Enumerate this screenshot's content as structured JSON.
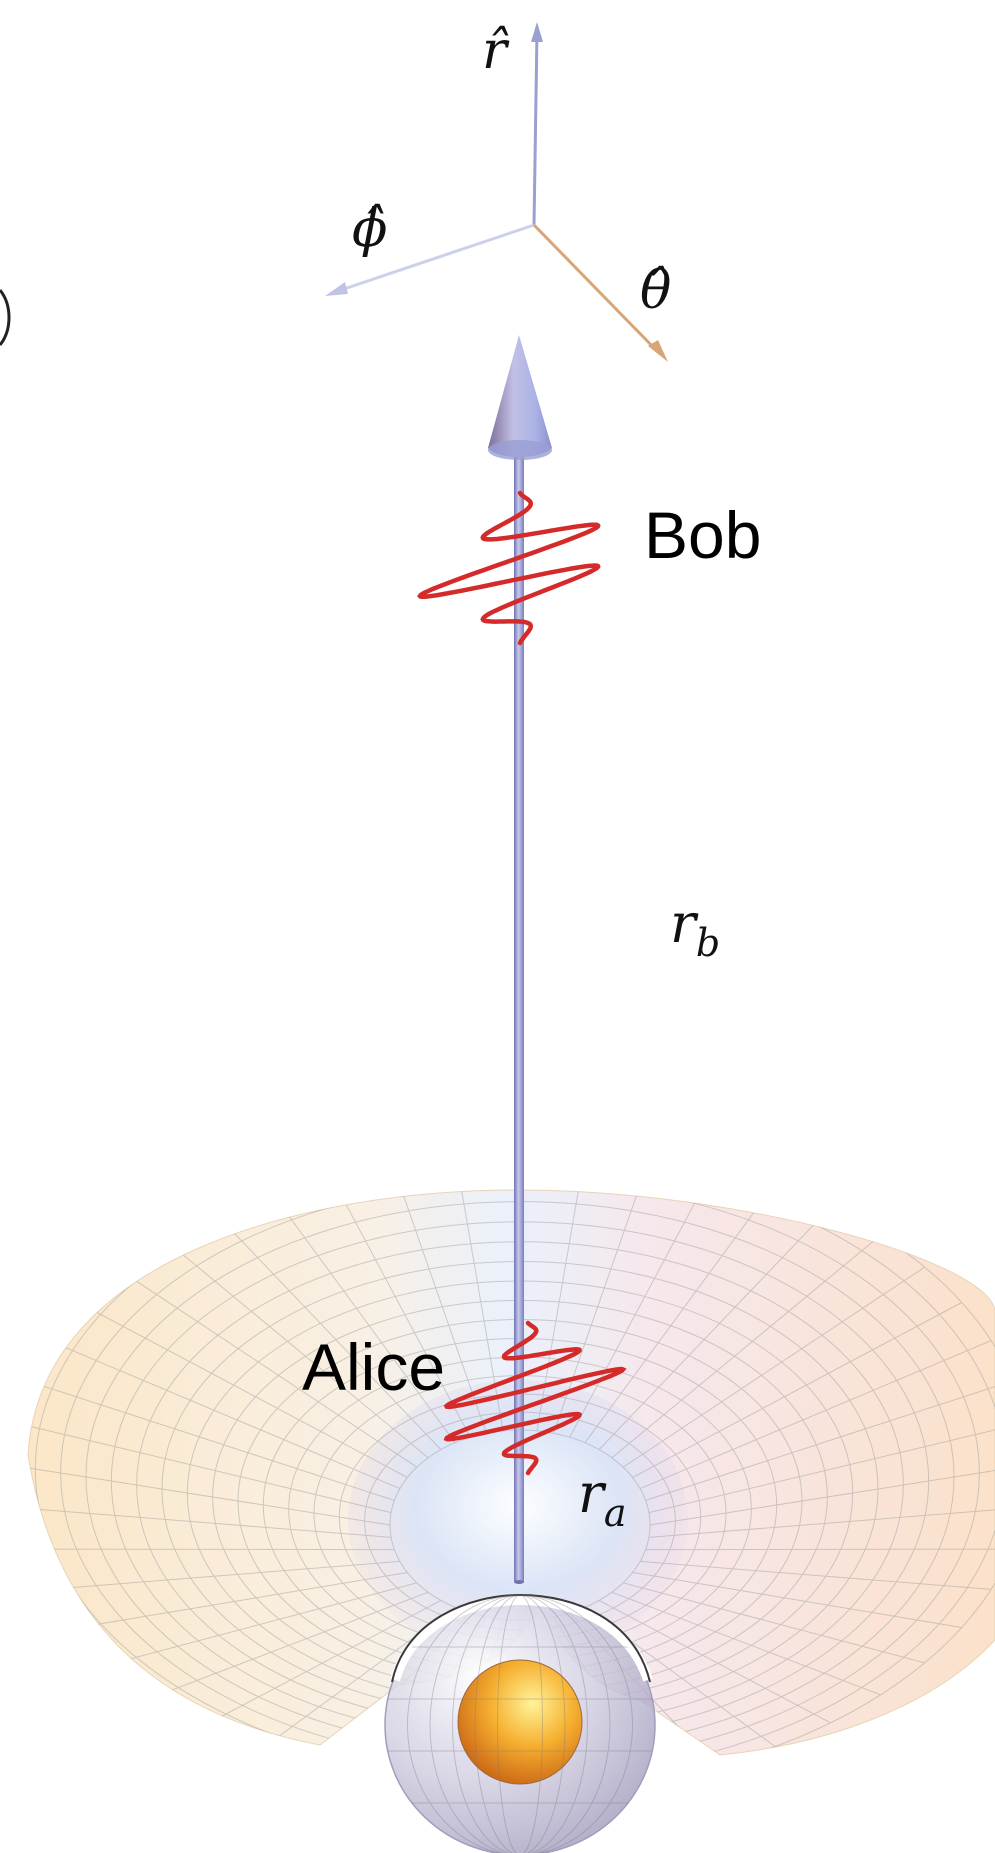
{
  "labels": {
    "r_hat": "r̂",
    "phi_hat": "ϕ̂",
    "theta_hat": "θ̂",
    "bob": "Bob",
    "alice": "Alice",
    "r_b": {
      "main": "r",
      "sub": "b"
    },
    "r_a": {
      "main": "r",
      "sub": "a"
    }
  },
  "colors": {
    "wave": "#d42a2a",
    "rod": "#8f92c8",
    "axis_r": "#9aa0d0",
    "axis_phi": "#c8cce8",
    "axis_theta": "#d6a070",
    "funnel_warm": "#f8dcb0",
    "funnel_cool": "#c8dcf4",
    "grid": "#9a9a9a",
    "core": "#f0a020",
    "shell": "#c8c4d8"
  }
}
